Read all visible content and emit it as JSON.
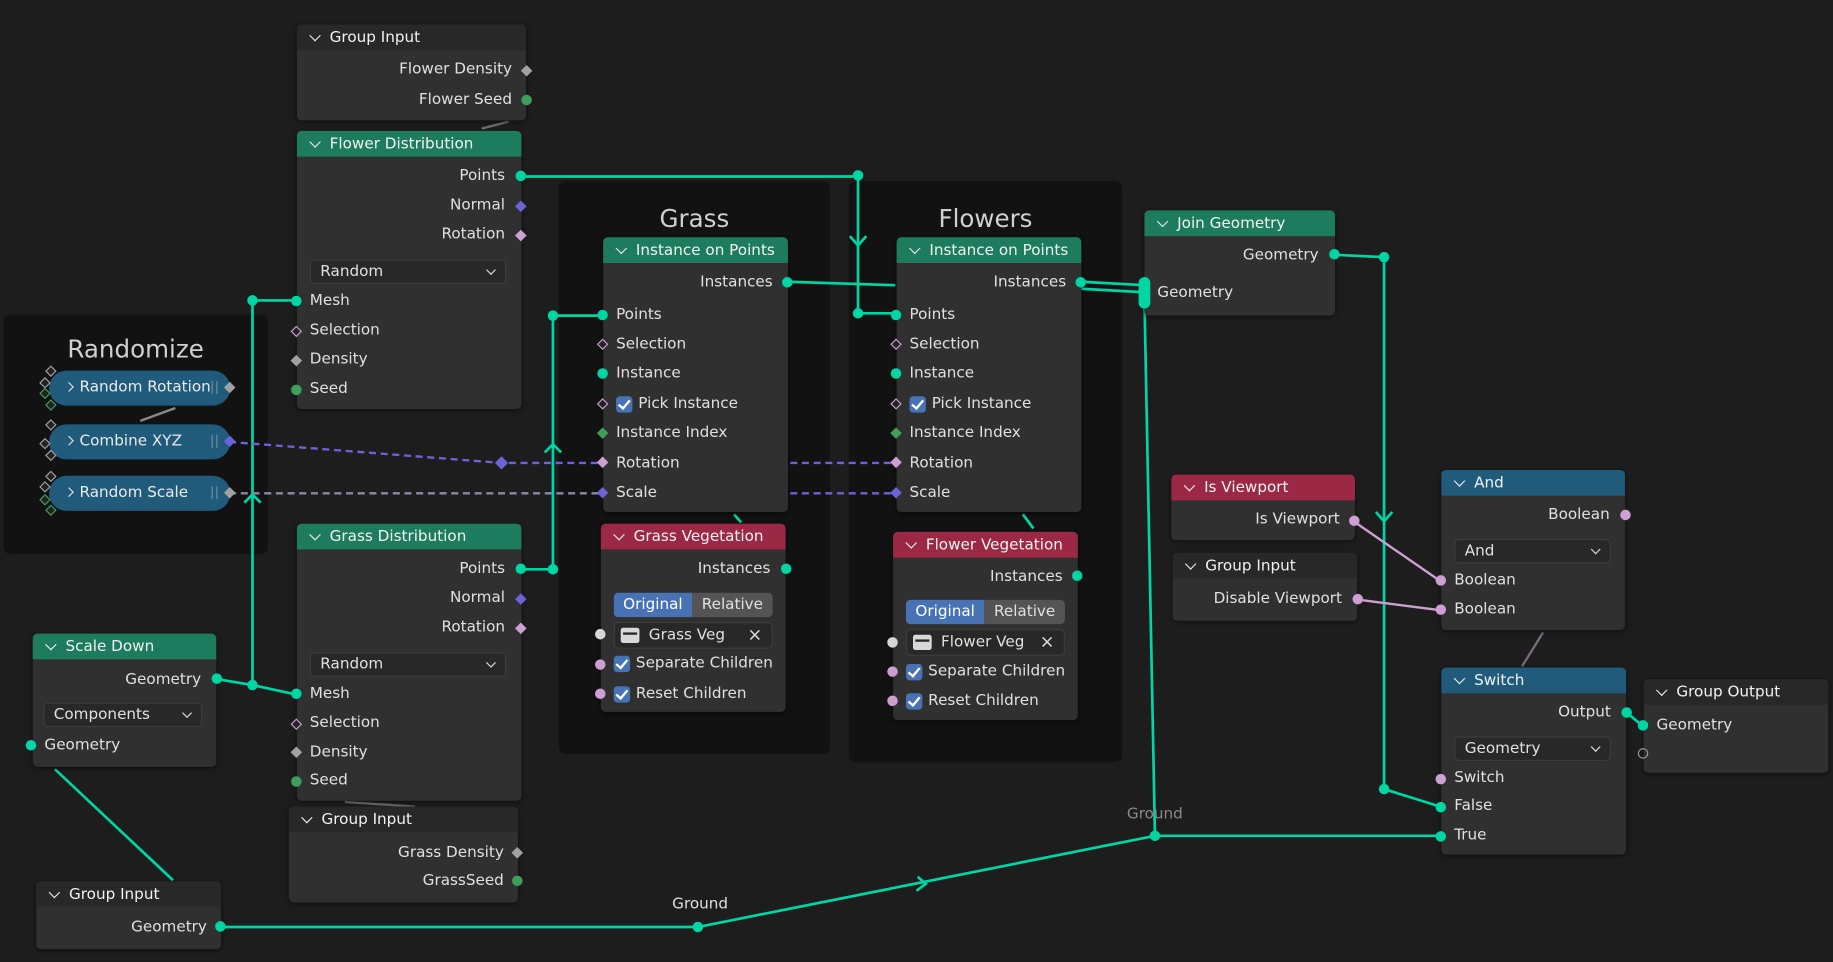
{
  "frames": {
    "randomize": "Randomize",
    "grass": "Grass",
    "flowers": "Flowers"
  },
  "randomize_groups": [
    "Random Rotation",
    "Combine XYZ",
    "Random Scale"
  ],
  "nodes": {
    "group_input_flower": {
      "title": "Group Input",
      "outputs": [
        "Flower Density",
        "Flower Seed"
      ]
    },
    "flower_distribution": {
      "title": "Flower Distribution",
      "outputs": [
        "Points",
        "Normal",
        "Rotation"
      ],
      "mode": "Random",
      "inputs": [
        "Mesh",
        "Selection",
        "Density",
        "Seed"
      ]
    },
    "grass_distribution": {
      "title": "Grass Distribution",
      "outputs": [
        "Points",
        "Normal",
        "Rotation"
      ],
      "mode": "Random",
      "inputs": [
        "Mesh",
        "Selection",
        "Density",
        "Seed"
      ]
    },
    "group_input_grass": {
      "title": "Group Input",
      "outputs": [
        "Grass Density",
        "GrassSeed"
      ]
    },
    "scale_down": {
      "title": "Scale Down",
      "output": "Geometry",
      "mode": "Components",
      "input": "Geometry"
    },
    "group_input_geo": {
      "title": "Group Input",
      "output": "Geometry"
    },
    "grass_instance": {
      "title": "Instance on Points",
      "output": "Instances",
      "inputs": [
        "Points",
        "Selection",
        "Instance",
        "Pick Instance",
        "Instance Index",
        "Rotation",
        "Scale"
      ]
    },
    "flowers_instance": {
      "title": "Instance on Points",
      "output": "Instances",
      "inputs": [
        "Points",
        "Selection",
        "Instance",
        "Pick Instance",
        "Instance Index",
        "Rotation",
        "Scale"
      ]
    },
    "grass_vegetation": {
      "title": "Grass Vegetation",
      "output": "Instances",
      "seg_on": "Original",
      "seg_off": "Relative",
      "collection": "Grass Veg",
      "opt1": "Separate Children",
      "opt2": "Reset Children"
    },
    "flower_vegetation": {
      "title": "Flower Vegetation",
      "output": "Instances",
      "seg_on": "Original",
      "seg_off": "Relative",
      "collection": "Flower Veg",
      "opt1": "Separate Children",
      "opt2": "Reset Children"
    },
    "join_geometry": {
      "title": "Join Geometry",
      "output": "Geometry",
      "input": "Geometry"
    },
    "is_viewport": {
      "title": "Is Viewport",
      "output": "Is Viewport"
    },
    "group_input_disable": {
      "title": "Group Input",
      "output": "Disable Viewport"
    },
    "and": {
      "title": "And",
      "output": "Boolean",
      "mode": "And",
      "inputs": [
        "Boolean",
        "Boolean"
      ]
    },
    "switch": {
      "title": "Switch",
      "output": "Output",
      "mode": "Geometry",
      "inputs": [
        "Switch",
        "False",
        "True"
      ]
    },
    "group_output": {
      "title": "Group Output",
      "input": "Geometry"
    }
  },
  "reroute_labels": {
    "ground_bottom": "Ground",
    "ground_right": "Ground"
  },
  "colors": {
    "background": "#1d1d1d",
    "node_body": "#303030",
    "header_geometry": "#1c7c5d",
    "header_attribute": "#9b2845",
    "header_utility": "#215b7b",
    "socket_geometry": "#00d6a3",
    "socket_vector": "#6d63d9",
    "socket_float": "#a1a1a1",
    "socket_boolean": "#ce9fd2",
    "checkbox": "#4772b3"
  }
}
